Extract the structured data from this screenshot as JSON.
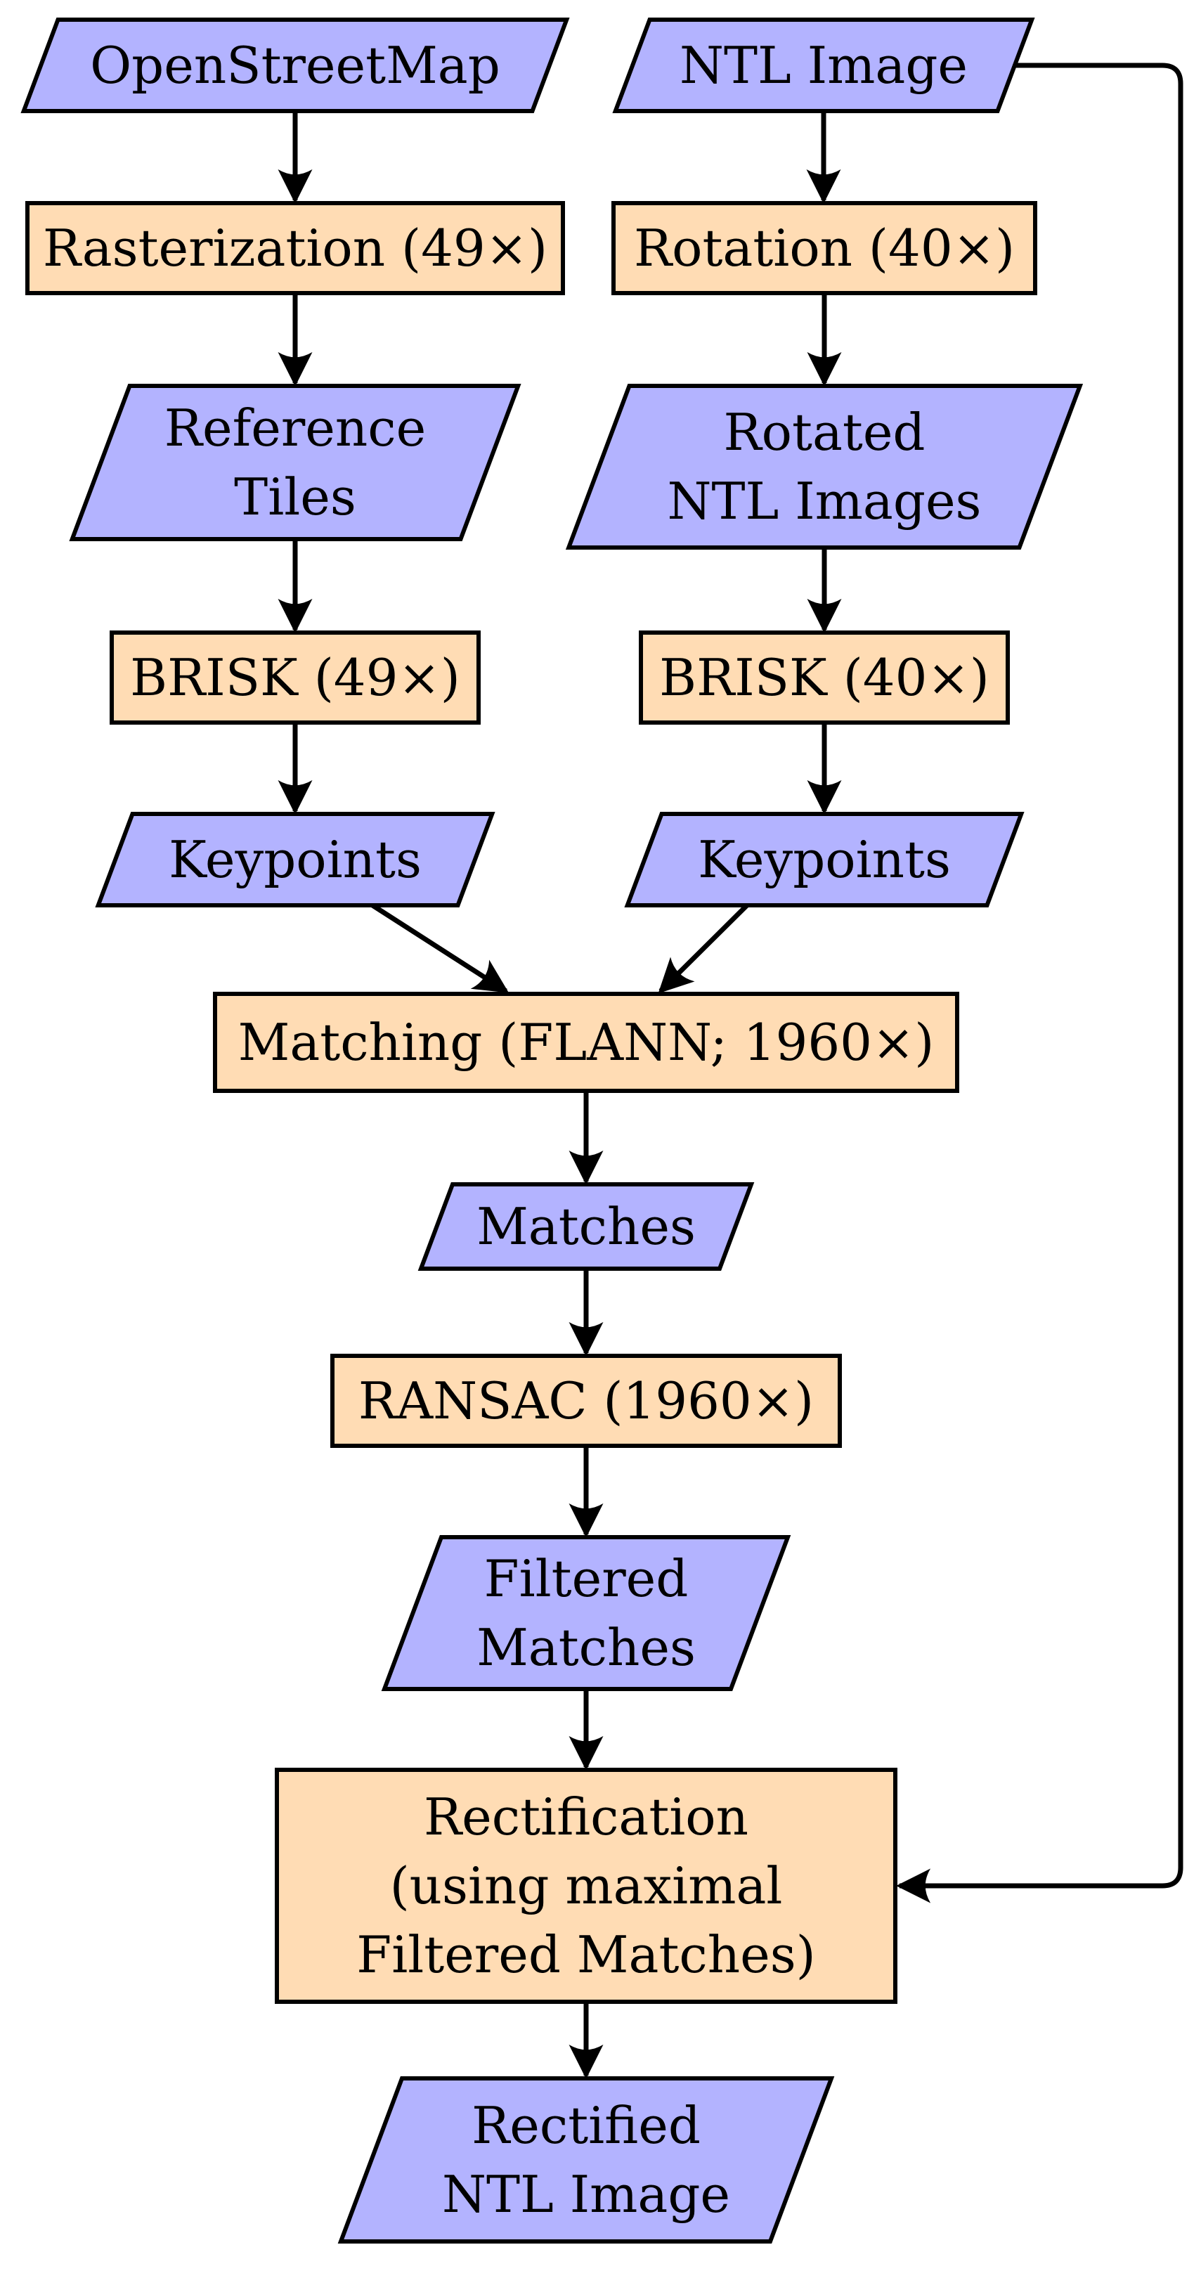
{
  "diagram": {
    "colors": {
      "data": "#b3b3ff",
      "process": "#ffdcb4",
      "stroke": "#000000"
    },
    "nodes": [
      {
        "id": "osm",
        "kind": "data",
        "lines": [
          "OpenStreetMap"
        ]
      },
      {
        "id": "ntl",
        "kind": "data",
        "lines": [
          "NTL Image"
        ]
      },
      {
        "id": "raster",
        "kind": "process",
        "lines": [
          "Rasterization (49×)"
        ]
      },
      {
        "id": "rotation",
        "kind": "process",
        "lines": [
          "Rotation (40×)"
        ]
      },
      {
        "id": "reftiles",
        "kind": "data",
        "lines": [
          "Reference",
          "Tiles"
        ]
      },
      {
        "id": "rotntl",
        "kind": "data",
        "lines": [
          "Rotated",
          "NTL Images"
        ]
      },
      {
        "id": "brisk1",
        "kind": "process",
        "lines": [
          "BRISK (49×)"
        ]
      },
      {
        "id": "brisk2",
        "kind": "process",
        "lines": [
          "BRISK (40×)"
        ]
      },
      {
        "id": "kp1",
        "kind": "data",
        "lines": [
          "Keypoints"
        ]
      },
      {
        "id": "kp2",
        "kind": "data",
        "lines": [
          "Keypoints"
        ]
      },
      {
        "id": "matching",
        "kind": "process",
        "lines": [
          "Matching (FLANN; 1960×)"
        ]
      },
      {
        "id": "matches",
        "kind": "data",
        "lines": [
          "Matches"
        ]
      },
      {
        "id": "ransac",
        "kind": "process",
        "lines": [
          "RANSAC (1960×)"
        ]
      },
      {
        "id": "filtered",
        "kind": "data",
        "lines": [
          "Filtered",
          "Matches"
        ]
      },
      {
        "id": "rectification",
        "kind": "process",
        "lines": [
          "Rectification",
          "(using maximal",
          "Filtered Matches)"
        ]
      },
      {
        "id": "rectified",
        "kind": "data",
        "lines": [
          "Rectified",
          "NTL Image"
        ]
      }
    ],
    "edges": [
      [
        "osm",
        "raster"
      ],
      [
        "raster",
        "reftiles"
      ],
      [
        "reftiles",
        "brisk1"
      ],
      [
        "brisk1",
        "kp1"
      ],
      [
        "ntl",
        "rotation"
      ],
      [
        "rotation",
        "rotntl"
      ],
      [
        "rotntl",
        "brisk2"
      ],
      [
        "brisk2",
        "kp2"
      ],
      [
        "kp1",
        "matching"
      ],
      [
        "kp2",
        "matching"
      ],
      [
        "matching",
        "matches"
      ],
      [
        "matches",
        "ransac"
      ],
      [
        "ransac",
        "filtered"
      ],
      [
        "filtered",
        "rectification"
      ],
      [
        "ntl",
        "rectification"
      ],
      [
        "rectification",
        "rectified"
      ]
    ]
  }
}
